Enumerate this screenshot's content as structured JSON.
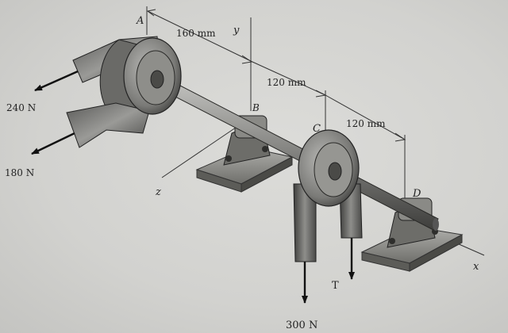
{
  "labels": {
    "point_a": "A",
    "point_b": "B",
    "point_c": "C",
    "point_d": "D",
    "axis_x": "x",
    "axis_y": "y",
    "axis_z": "z"
  },
  "dimensions": {
    "a_to_b": "160 mm",
    "b_to_c": "120 mm",
    "c_to_d": "120 mm"
  },
  "forces": {
    "belt_a_upper": "240 N",
    "belt_a_lower": "180 N",
    "belt_c_left": "300 N",
    "belt_c_right": "T"
  },
  "colors": {
    "ink": "#222222",
    "metal_dark": "#3a3a3a",
    "metal_mid": "#7a7a7a",
    "metal_light": "#b5b5b5",
    "base_plate": "#8e8e8a"
  }
}
